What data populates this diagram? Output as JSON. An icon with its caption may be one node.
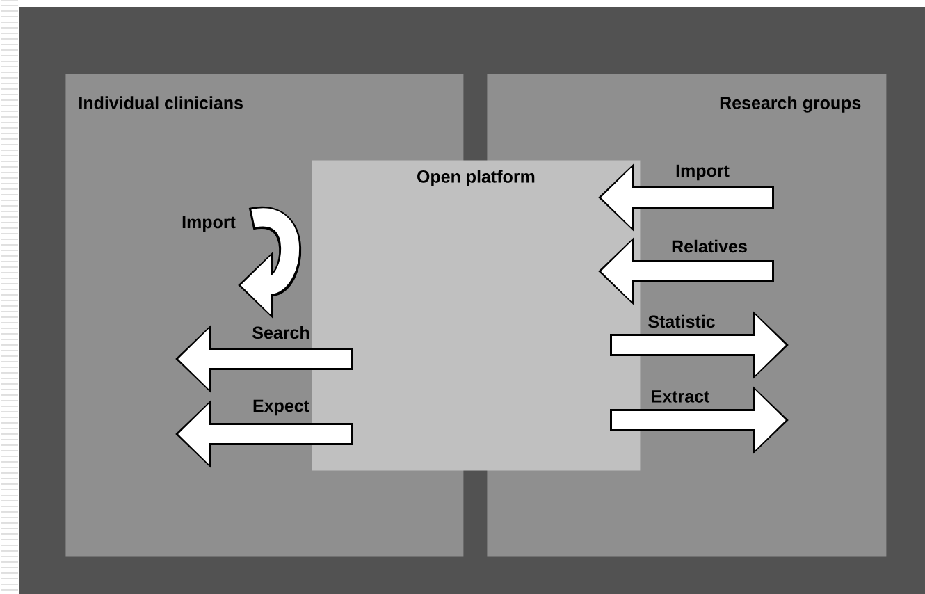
{
  "diagram": {
    "nodes": [
      {
        "text": [
          "Individual clinicians"
        ]
      },
      {
        "text": [
          "Research groups"
        ]
      },
      {
        "text": [
          "Open platform"
        ]
      }
    ],
    "edges": [
      {
        "from": 1,
        "to": 2,
        "arrow": "to",
        "label": "Import"
      },
      {
        "from": 0,
        "to": 0,
        "arrow": "to",
        "label": "Import"
      },
      {
        "from": 1,
        "to": 2,
        "arrow": "to",
        "label": "Relatives"
      },
      {
        "from": 2,
        "to": 1,
        "arrow": "to",
        "label": "Statistic"
      },
      {
        "from": 2,
        "to": 0,
        "arrow": "to",
        "label": "Search"
      },
      {
        "from": 2,
        "to": 1,
        "arrow": "to",
        "label": "Extract"
      },
      {
        "from": 2,
        "to": 0,
        "arrow": "to",
        "label": "Expect"
      }
    ]
  }
}
